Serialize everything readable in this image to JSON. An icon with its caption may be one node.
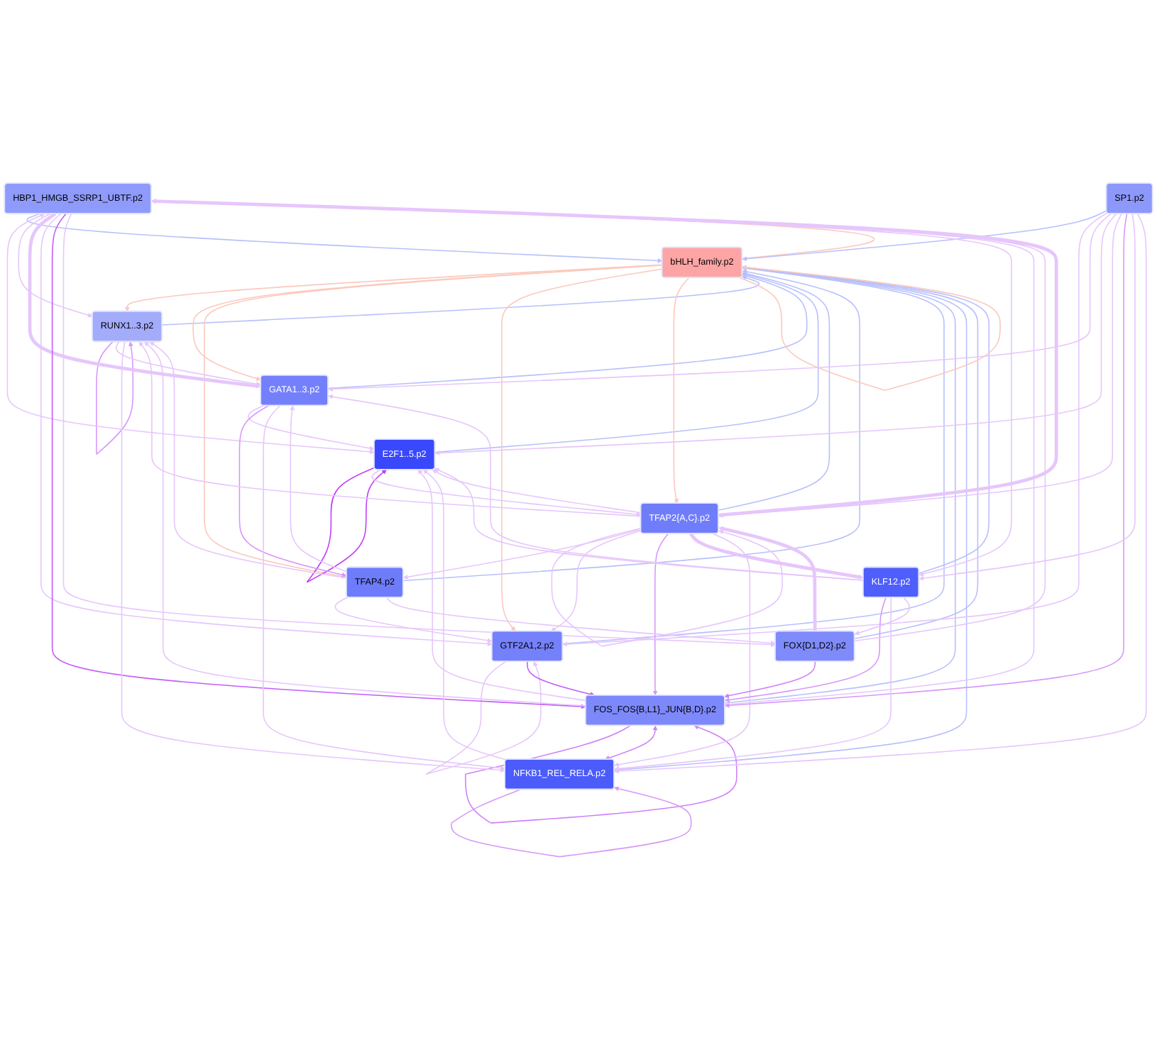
{
  "diagram": {
    "nodes": [
      {
        "text": [
          "HBP1_HMGB_SSRP1_UBTF.p2"
        ]
      },
      {
        "text": [
          "E2F1..5.p2"
        ]
      },
      {
        "text": [
          "RUNX1..3.p2"
        ]
      },
      {
        "text": [
          "GATA1..3.p2"
        ]
      },
      {
        "text": [
          "TFAP4.p2"
        ]
      },
      {
        "text": [
          "GTF2A1,2.p2"
        ]
      },
      {
        "text": [
          "bHLH_family.p2"
        ]
      },
      {
        "text": [
          "TFAP2{A,C}.p2"
        ]
      },
      {
        "text": [
          "SP1.p2"
        ]
      },
      {
        "text": [
          "FOS_FOS{B,L1}_JUN{B,D}.p2"
        ]
      },
      {
        "text": [
          "KLF12.p2"
        ]
      },
      {
        "text": [
          "FOX{D1,D2}.p2"
        ]
      },
      {
        "text": [
          "NFKB1_REL_RELA.p2"
        ]
      }
    ],
    "edges": [
      {
        "from": 0,
        "to": 6,
        "arrow": "to",
        "color": "#b8c0fb"
      },
      {
        "from": 6,
        "to": 0,
        "arrow": "to",
        "color": "#fcc8bc"
      },
      {
        "from": 1,
        "to": 6,
        "arrow": "to",
        "color": "#b8c0fb"
      },
      {
        "from": 2,
        "to": 6,
        "arrow": "to",
        "color": "#b8c0fb"
      },
      {
        "from": 6,
        "to": 2,
        "arrow": "to",
        "color": "#fcc8bc"
      },
      {
        "from": 3,
        "to": 6,
        "arrow": "to",
        "color": "#b8c0fb"
      },
      {
        "from": 6,
        "to": 3,
        "arrow": "to",
        "color": "#fcc8bc"
      },
      {
        "from": 4,
        "to": 6,
        "arrow": "to",
        "color": "#b8c0fb"
      },
      {
        "from": 6,
        "to": 4,
        "arrow": "to",
        "color": "#fcc8bc"
      },
      {
        "from": 5,
        "to": 6,
        "arrow": "to",
        "color": "#b8c0fb"
      },
      {
        "from": 6,
        "to": 5,
        "arrow": "to",
        "color": "#fcc8bc"
      },
      {
        "from": 7,
        "to": 6,
        "arrow": "to",
        "color": "#b8c0fb"
      },
      {
        "from": 6,
        "to": 7,
        "arrow": "to",
        "color": "#fcc8bc"
      },
      {
        "from": 8,
        "to": 6,
        "arrow": "to",
        "color": "#b8c0fb"
      },
      {
        "from": 9,
        "to": 6,
        "arrow": "to",
        "color": "#b8c0fb"
      },
      {
        "from": 10,
        "to": 6,
        "arrow": "to",
        "color": "#b8c0fb"
      },
      {
        "from": 11,
        "to": 6,
        "arrow": "to",
        "color": "#b8c0fb"
      },
      {
        "from": 12,
        "to": 6,
        "arrow": "to",
        "color": "#b8c0fb"
      },
      {
        "from": 6,
        "to": 6,
        "arrow": "to",
        "color": "#fcc8bc"
      },
      {
        "from": 1,
        "to": 1,
        "arrow": "to",
        "color": "#c040f8"
      },
      {
        "from": 2,
        "to": 2,
        "arrow": "to",
        "color": "#d898f9"
      },
      {
        "from": 5,
        "to": 5,
        "arrow": "to"
      },
      {
        "from": 7,
        "to": 7,
        "arrow": "to"
      },
      {
        "from": 9,
        "to": 9,
        "arrow": "to",
        "color": "#d080f9"
      },
      {
        "from": 12,
        "to": 12,
        "arrow": "to",
        "color": "#d898f9"
      },
      {
        "from": 0,
        "to": 1,
        "arrow": "both"
      },
      {
        "from": 0,
        "to": 2,
        "arrow": "to"
      },
      {
        "from": 0,
        "to": 3,
        "arrow": "to",
        "style": "thick"
      },
      {
        "from": 0,
        "to": 5,
        "arrow": "to"
      },
      {
        "from": 0,
        "to": 9,
        "arrow": "to",
        "color": "#c55cf8"
      },
      {
        "from": 0,
        "to": 11,
        "arrow": "to"
      },
      {
        "from": 0,
        "to": 10,
        "arrow": "to"
      },
      {
        "from": 3,
        "to": 1,
        "arrow": "to"
      },
      {
        "from": 2,
        "to": 3,
        "arrow": "to"
      },
      {
        "from": 4,
        "to": 3,
        "arrow": "to"
      },
      {
        "from": 4,
        "to": 5,
        "arrow": "to"
      },
      {
        "from": 4,
        "to": 2,
        "arrow": "to"
      },
      {
        "from": 3,
        "to": 4,
        "arrow": "to",
        "color": "#d898f9"
      },
      {
        "from": 7,
        "to": 2,
        "arrow": "to"
      },
      {
        "from": 7,
        "to": 4,
        "arrow": "to"
      },
      {
        "from": 7,
        "to": 1,
        "arrow": "to"
      },
      {
        "from": 7,
        "to": 0,
        "arrow": "to",
        "style": "thick"
      },
      {
        "from": 7,
        "to": 5,
        "arrow": "to"
      },
      {
        "from": 7,
        "to": 9,
        "arrow": "to",
        "color": "#d898f9"
      },
      {
        "from": 7,
        "to": 10,
        "arrow": "to",
        "style": "thick"
      },
      {
        "from": 7,
        "to": 12,
        "arrow": "to"
      },
      {
        "from": 9,
        "to": 2,
        "arrow": "to"
      },
      {
        "from": 9,
        "to": 0,
        "arrow": "to"
      },
      {
        "from": 9,
        "to": 1,
        "arrow": "to"
      },
      {
        "from": 5,
        "to": 9,
        "arrow": "to",
        "color": "#c55cf8"
      },
      {
        "from": 8,
        "to": 5,
        "arrow": "to"
      },
      {
        "from": 8,
        "to": 3,
        "arrow": "to"
      },
      {
        "from": 8,
        "to": 1,
        "arrow": "to"
      },
      {
        "from": 8,
        "to": 7,
        "arrow": "to"
      },
      {
        "from": 8,
        "to": 9,
        "arrow": "to",
        "color": "#d898f9"
      },
      {
        "from": 8,
        "to": 10,
        "arrow": "to"
      },
      {
        "from": 8,
        "to": 12,
        "arrow": "to"
      },
      {
        "from": 10,
        "to": 1,
        "arrow": "to"
      },
      {
        "from": 10,
        "to": 3,
        "arrow": "to"
      },
      {
        "from": 10,
        "to": 9,
        "arrow": "to",
        "color": "#d898f9"
      },
      {
        "from": 10,
        "to": 12,
        "arrow": "to"
      },
      {
        "from": 10,
        "to": 11,
        "arrow": "to"
      },
      {
        "from": 11,
        "to": 9,
        "arrow": "to",
        "color": "#d080f9"
      },
      {
        "from": 11,
        "to": 0,
        "arrow": "to"
      },
      {
        "from": 11,
        "to": 7,
        "arrow": "to",
        "style": "thick"
      },
      {
        "from": 4,
        "to": 11,
        "arrow": "to"
      },
      {
        "from": 9,
        "to": 12,
        "arrow": "both",
        "color": "#d080f9"
      },
      {
        "from": 12,
        "to": 1,
        "arrow": "to"
      },
      {
        "from": 3,
        "to": 12,
        "arrow": "to"
      },
      {
        "from": 2,
        "to": 12,
        "arrow": "to"
      },
      {
        "from": 1,
        "to": 7,
        "arrow": "to"
      }
    ]
  }
}
